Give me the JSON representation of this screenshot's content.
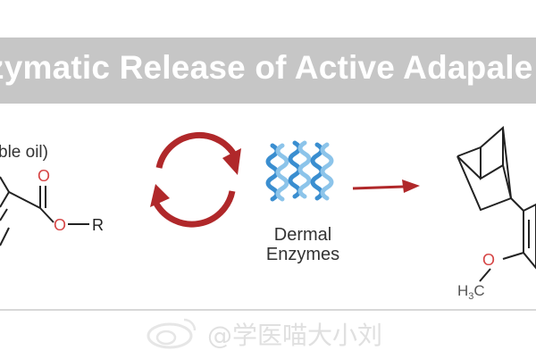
{
  "banner": {
    "title": "zymatic Release of Active Adapale"
  },
  "left_molecule": {
    "caption": "ble oil)",
    "atoms": {
      "carbonyl_oxygen": "O",
      "ester_oxygen": "O",
      "r_group": "R"
    }
  },
  "enzymes": {
    "label_line1": "Dermal",
    "label_line2": "Enzymes"
  },
  "right_molecule": {
    "methoxy_oxygen": "O",
    "methyl_group": {
      "h": "H",
      "sub": "3",
      "c": "C"
    }
  },
  "watermark": {
    "text": "@学医喵大小刘"
  },
  "colors": {
    "arrow_red": "#b0282a",
    "helix_blue": "#3a8ed0",
    "banner_gray": "#c6c6c6"
  }
}
